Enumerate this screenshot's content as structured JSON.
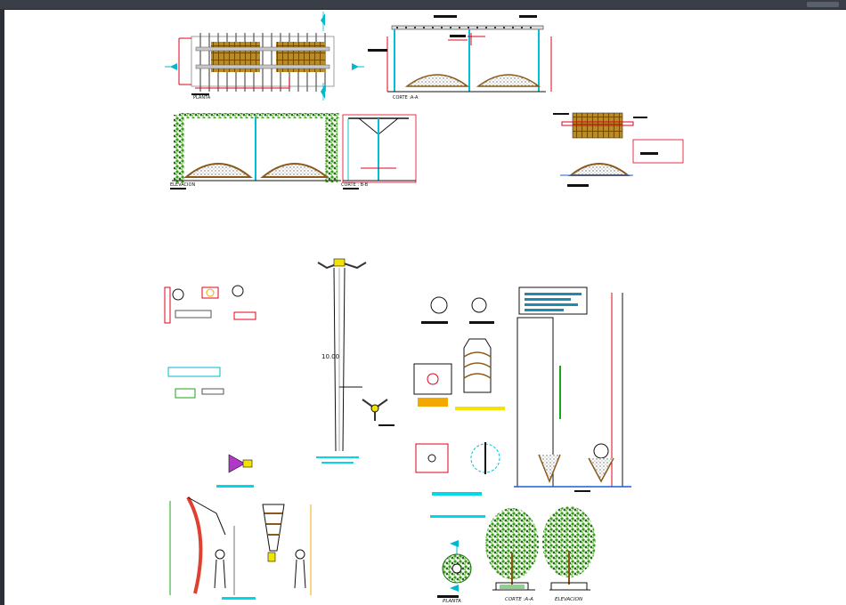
{
  "window": {
    "title": ""
  },
  "drawing": {
    "labels": {
      "planta_top": "PLANTA",
      "corte_aa_top": "CORTE :A-A",
      "elevacion_top": "ELEVACION",
      "corte_bb": "CORTE : B-B",
      "pole_height": "10.00",
      "planta_tree": "PLANTA",
      "corte_aa_tree": "CORTE :A-A",
      "elevacion_tree": "ELEVACION"
    }
  },
  "colors": {
    "canvas_bg": "#ffffff",
    "chrome": "#2b2f36",
    "red": "#e0001a",
    "cyan": "#00d8e8",
    "green": "#1aa51a",
    "yellow": "#f2e300",
    "orange": "#f2a800",
    "brown": "#8a5a1a",
    "blue": "#1f5bd8"
  },
  "icons": {
    "scroll_handle": "window-controls-icon"
  }
}
